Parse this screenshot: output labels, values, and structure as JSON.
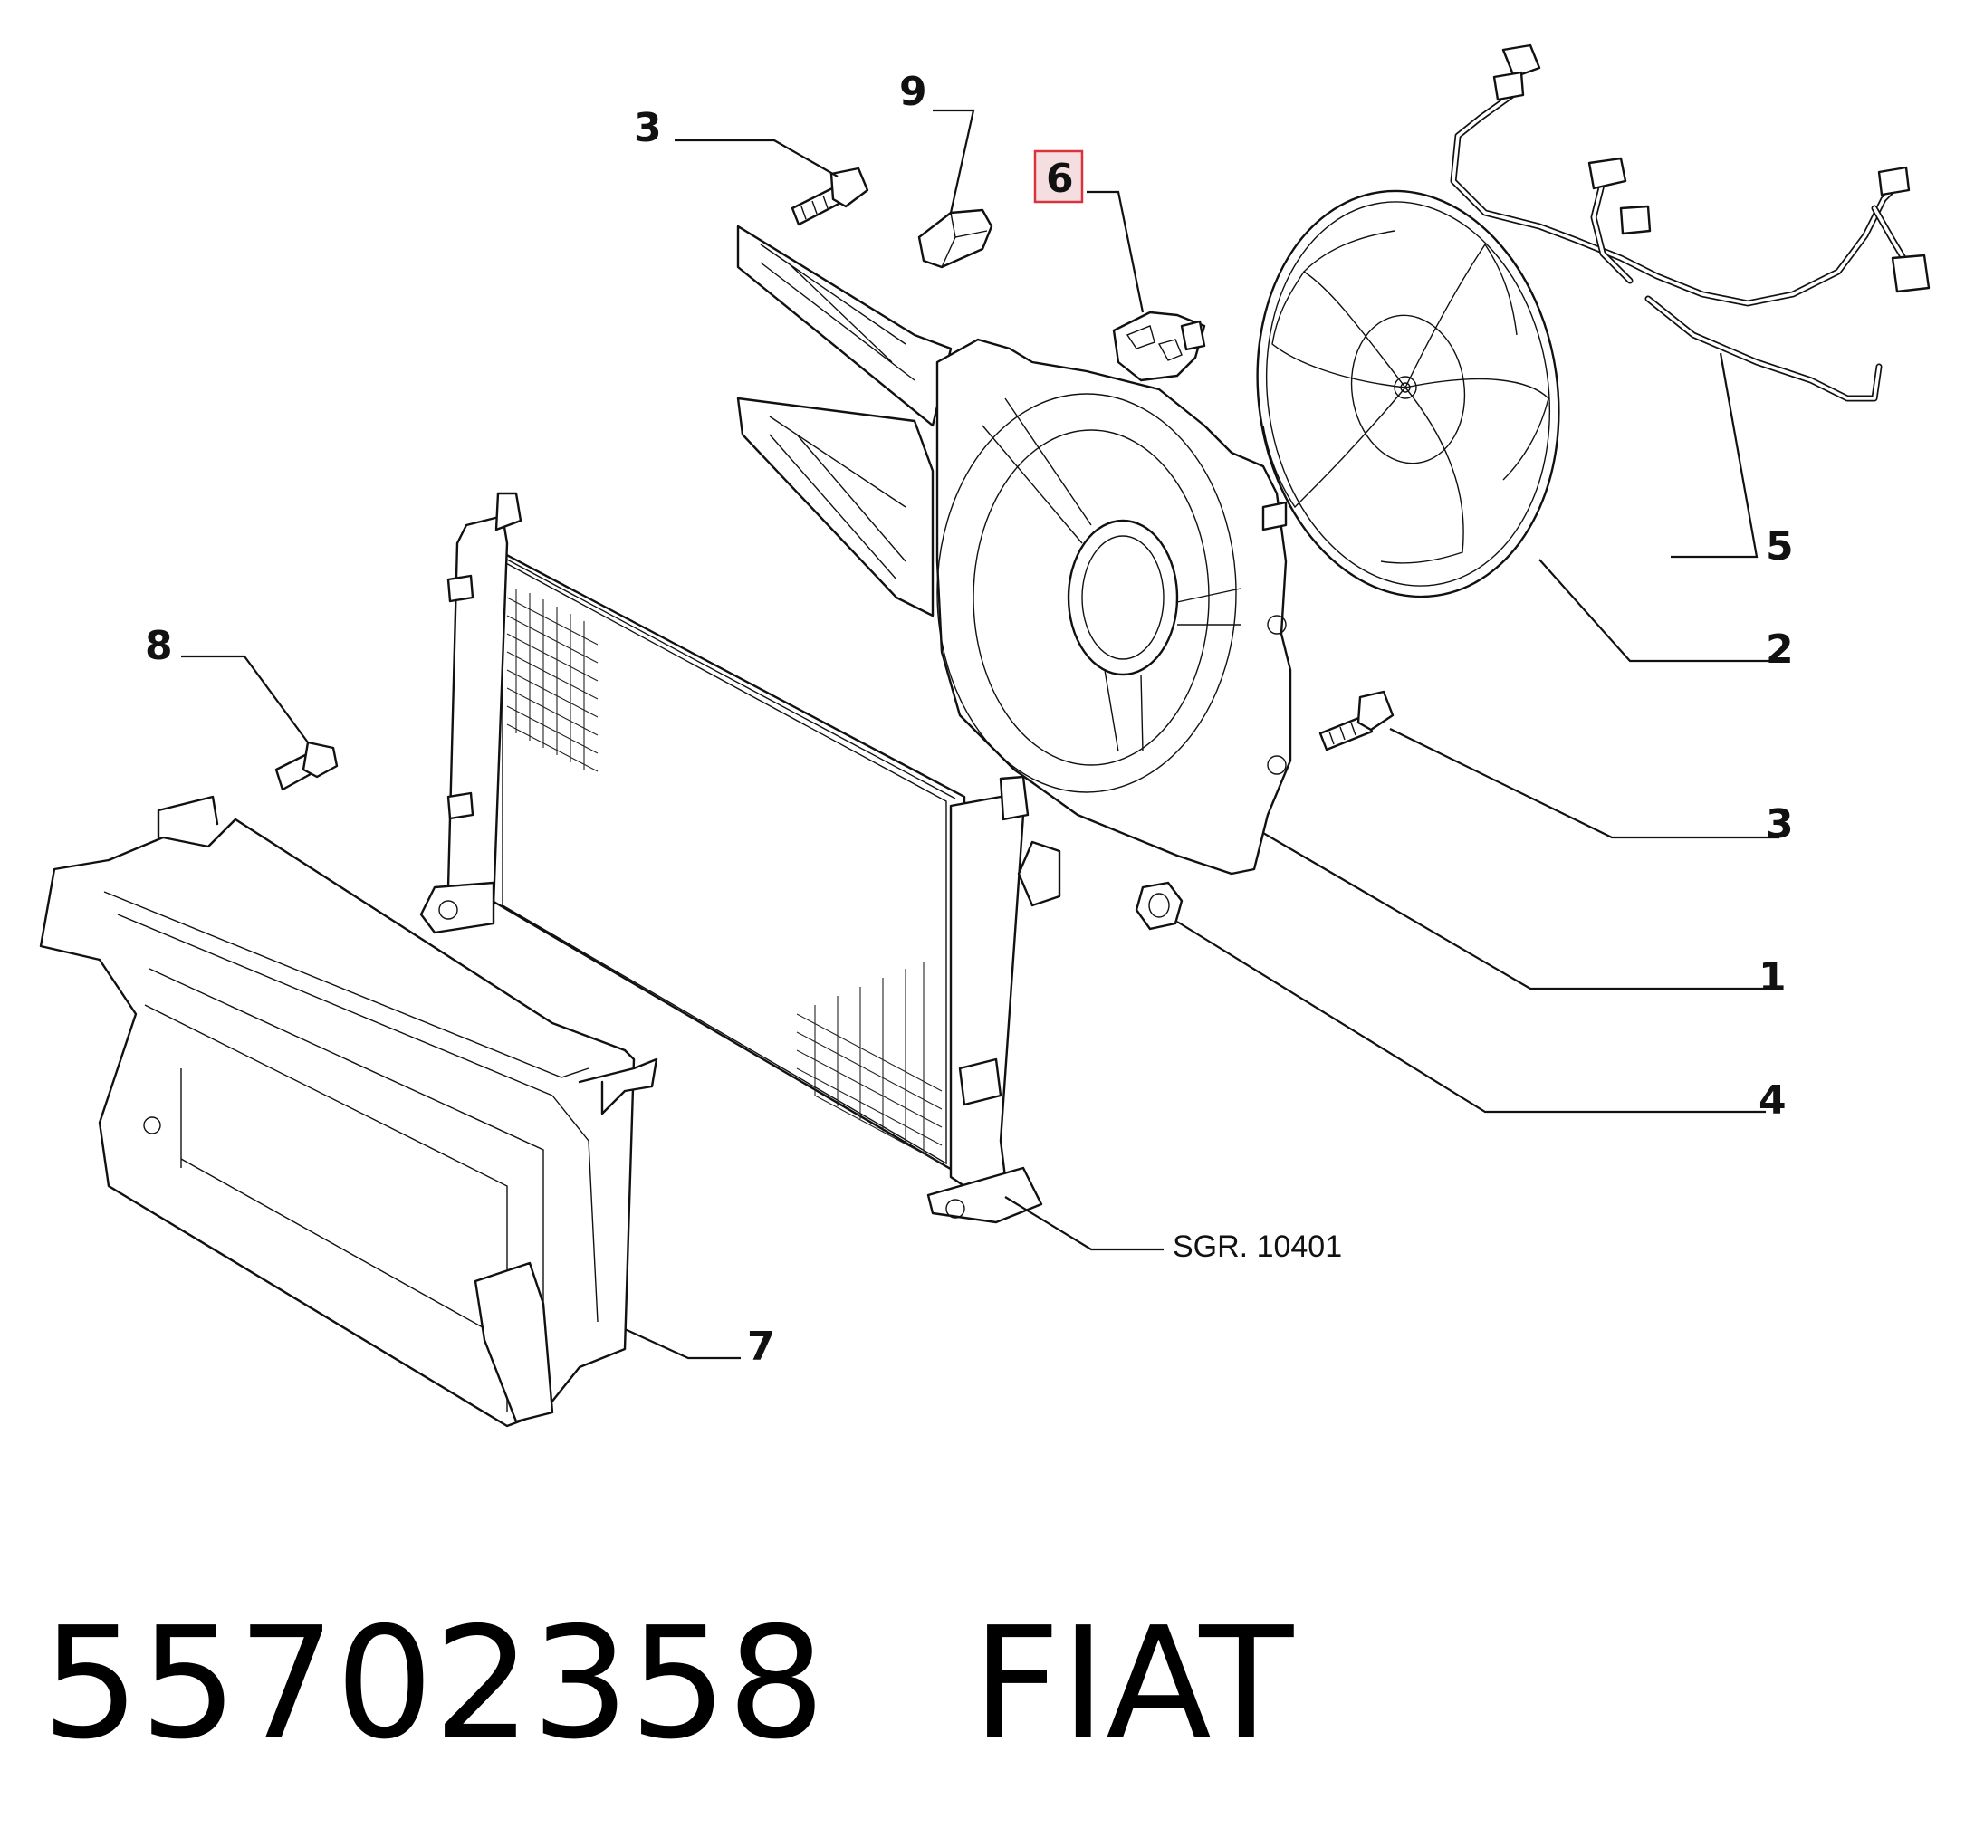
{
  "diagram": {
    "callouts": [
      {
        "id": "c3a",
        "label": "3"
      },
      {
        "id": "c9",
        "label": "9"
      },
      {
        "id": "c6",
        "label": "6",
        "highlighted": true
      },
      {
        "id": "c5",
        "label": "5"
      },
      {
        "id": "c2",
        "label": "2"
      },
      {
        "id": "c8",
        "label": "8"
      },
      {
        "id": "c3b",
        "label": "3"
      },
      {
        "id": "c1",
        "label": "1"
      },
      {
        "id": "c4",
        "label": "4"
      },
      {
        "id": "c7",
        "label": "7"
      }
    ],
    "reference": "SGR. 10401",
    "highlight_color": "#d9343e",
    "highlight_fill": "#f4dedf"
  },
  "footer": {
    "part_number": "55702358",
    "brand": "FIAT"
  }
}
